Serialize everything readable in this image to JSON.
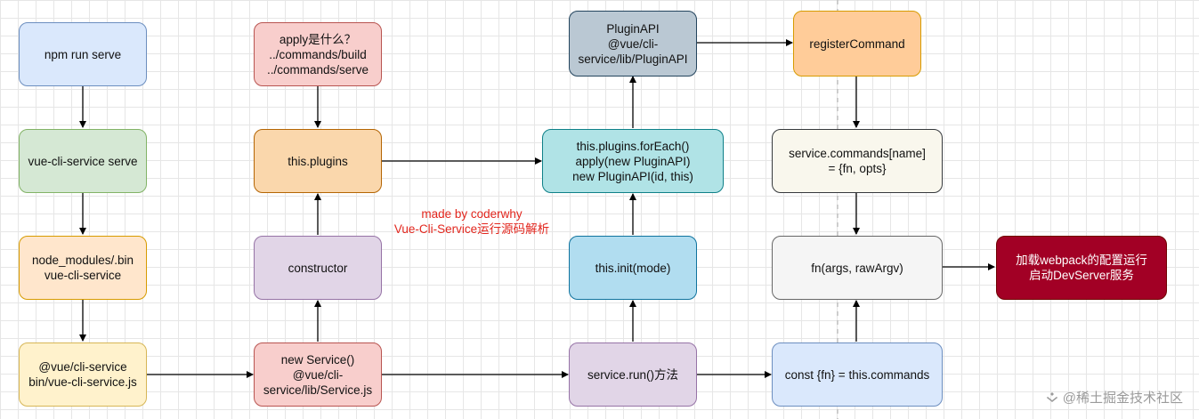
{
  "nodes": {
    "npm_run_serve": "npm run serve",
    "vue_cli_service_serve": "vue-cli-service serve",
    "node_modules_bin": "node_modules/.bin\nvue-cli-service",
    "vue_cli_service_js": "@vue/cli-service\nbin/vue-cli-service.js",
    "apply_question": "apply是什么？\n../commands/build\n../commands/serve",
    "this_plugins": "this.plugins",
    "constructor": "constructor",
    "new_service": "new Service()\n@vue/cli-\nservice/lib/Service.js",
    "plugin_api": "PluginAPI\n@vue/cli-\nservice/lib/PluginAPI",
    "plugins_foreach": "this.plugins.forEach()\napply(new PluginAPI)\nnew PluginAPI(id, this)",
    "this_init": "this.init(mode)",
    "service_run": "service.run()方法",
    "register_command": "registerCommand",
    "service_commands": "service.commands[name]\n= {fn, opts}",
    "fn_args": "fn(args, rawArgv)",
    "const_fn": "const {fn} = this.commands",
    "webpack_devserver": "加载webpack的配置运行\n启动DevServer服务"
  },
  "annotation": {
    "line1": "made by coderwhy",
    "line2": "Vue-Cli-Service运行源码解析"
  },
  "watermark": "@稀土掘金技术社区",
  "colors": {
    "annotation": "#e2261d",
    "edge": "#000000",
    "accent_dark": "#a20025"
  }
}
